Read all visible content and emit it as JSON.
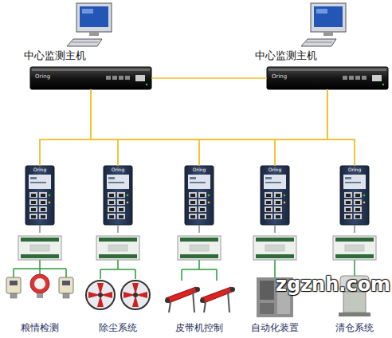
{
  "diagram": {
    "nodes": [
      {
        "text": [
          "中心监测主机",
          "Oring"
        ]
      },
      {
        "text": [
          "中心监测主机",
          "Oring"
        ]
      },
      {
        "text": [
          "Oring"
        ]
      },
      {
        "text": [
          "Oring"
        ]
      },
      {
        "text": [
          "Oring"
        ]
      },
      {
        "text": [
          "Oring"
        ]
      },
      {
        "text": [
          "Oring"
        ]
      },
      {
        "text": [
          "粮情检测"
        ]
      },
      {
        "text": [
          "除尘系统"
        ]
      },
      {
        "text": [
          "皮带机控制"
        ]
      },
      {
        "text": [
          "自动化装置"
        ]
      },
      {
        "text": [
          "清仓系统"
        ]
      }
    ],
    "edges": [
      {
        "from": 0,
        "to": 1,
        "arrow": "none"
      },
      {
        "from": 0,
        "to": 2,
        "arrow": "none"
      },
      {
        "from": 0,
        "to": 3,
        "arrow": "none"
      },
      {
        "from": 0,
        "to": 4,
        "arrow": "none"
      },
      {
        "from": 0,
        "to": 5,
        "arrow": "none"
      },
      {
        "from": 0,
        "to": 6,
        "arrow": "none"
      },
      {
        "from": 1,
        "to": 2,
        "arrow": "none"
      },
      {
        "from": 1,
        "to": 3,
        "arrow": "none"
      },
      {
        "from": 1,
        "to": 4,
        "arrow": "none"
      },
      {
        "from": 1,
        "to": 5,
        "arrow": "none"
      },
      {
        "from": 1,
        "to": 6,
        "arrow": "none"
      },
      {
        "from": 2,
        "to": 7,
        "arrow": "none"
      },
      {
        "from": 3,
        "to": 8,
        "arrow": "none"
      },
      {
        "from": 4,
        "to": 9,
        "arrow": "none"
      },
      {
        "from": 5,
        "to": 10,
        "arrow": "none"
      },
      {
        "from": 6,
        "to": 11,
        "arrow": "none"
      }
    ],
    "labels": [
      "zgznh.com"
    ]
  }
}
